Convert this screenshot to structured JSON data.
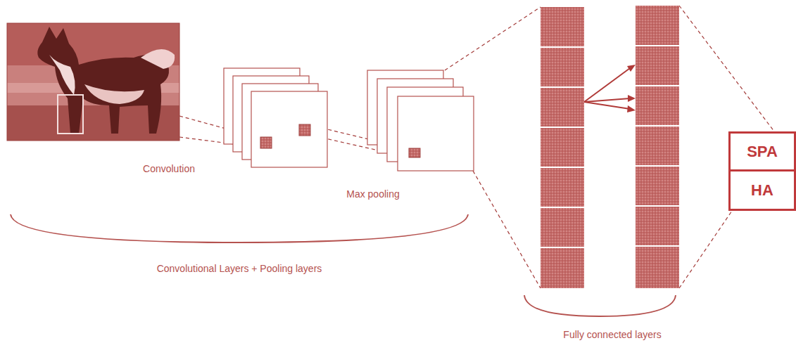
{
  "diagram": {
    "nodes": [
      {
        "text": [
          "SPA"
        ]
      },
      {
        "text": [
          "HA"
        ]
      }
    ],
    "labels": [
      "Convolution",
      "Max pooling",
      "Convolutional Layers + Pooling layers",
      "Fully connected layers"
    ]
  }
}
